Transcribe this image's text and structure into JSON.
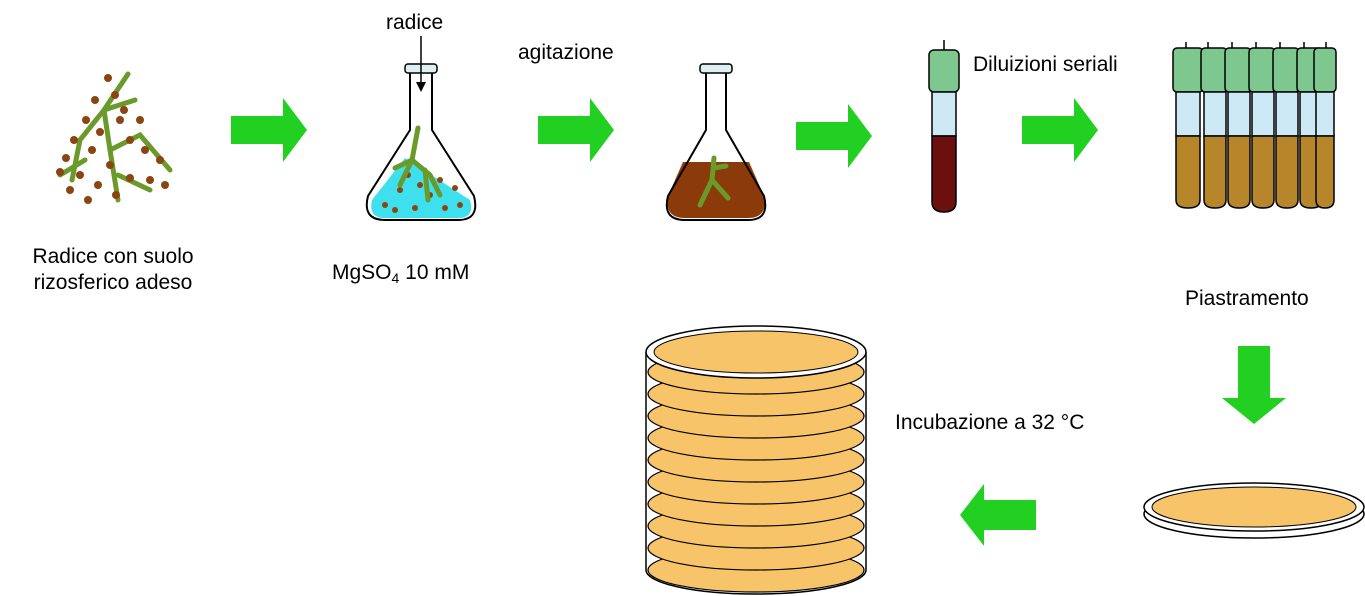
{
  "labels": {
    "root_line1": "Radice con suolo",
    "root_line2": "rizosferico adeso",
    "radice": "radice",
    "mgso4_prefix": "MgSO",
    "mgso4_sub": "4",
    "mgso4_suffix": " 10 mM",
    "agitazione": "agitazione",
    "diluizioni": "Diluizioni seriali",
    "piastramento": "Piastramento",
    "incubazione": "Incubazione a 32 °C"
  },
  "colors": {
    "arrow": "#22d022",
    "root": "#6a9a2a",
    "soil": "#8b4513",
    "liquid_blue": "#3ee0ee",
    "liquid_brown": "#8b3a0a",
    "tube_cap": "#7ec890",
    "tube_blood": "#6b0f0f",
    "tube_amber": "#b8862a",
    "plate_agar": "#f7c46a"
  },
  "icons": [
    "root-soil-icon",
    "flask-blue-icon",
    "flask-brown-icon",
    "tube-icon",
    "tube-rack-icon",
    "petri-dish-icon",
    "petri-stack-icon",
    "arrow-right-icon",
    "arrow-down-icon",
    "arrow-left-icon"
  ]
}
